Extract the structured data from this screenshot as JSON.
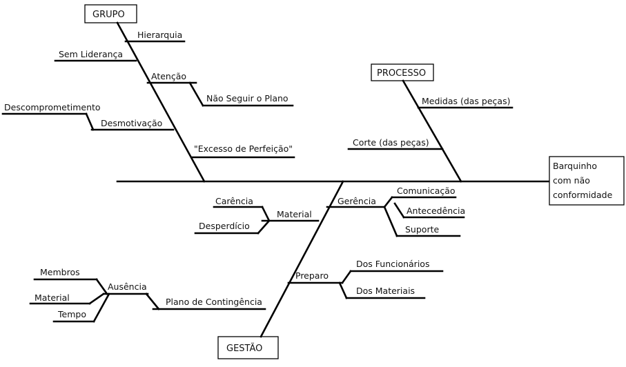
{
  "effect": {
    "lines": [
      "Barquinho",
      "com não",
      "conformidade"
    ]
  },
  "categories": {
    "grupo": "GRUPO",
    "processo": "PROCESSO",
    "gestao": "GESTÃO"
  },
  "grupo": {
    "hierarquia": "Hierarquia",
    "sem_lideranca": "Sem Liderança",
    "atencao": "Atenção",
    "nao_seguir": "Não Seguir o Plano",
    "descomprometimento": "Descomprometimento",
    "desmotivacao": "Desmotivação",
    "excesso": "\"Excesso de Perfeição\""
  },
  "processo": {
    "medidas": "Medidas (das peças)",
    "corte": "Corte (das peças)"
  },
  "gestao": {
    "carencia": "Carência",
    "material": "Material",
    "desperdicio": "Desperdício",
    "gerencia": "Gerência",
    "comunicacao": "Comunicação",
    "antecedencia": "Antecedência",
    "suporte": "Suporte",
    "preparo": "Preparo",
    "dos_funcionarios": "Dos Funcionários",
    "dos_materiais": "Dos Materiais",
    "membros": "Membros",
    "ausencia": "Ausência",
    "material2": "Material",
    "tempo": "Tempo",
    "plano_contingencia": "Plano de Contingência"
  }
}
